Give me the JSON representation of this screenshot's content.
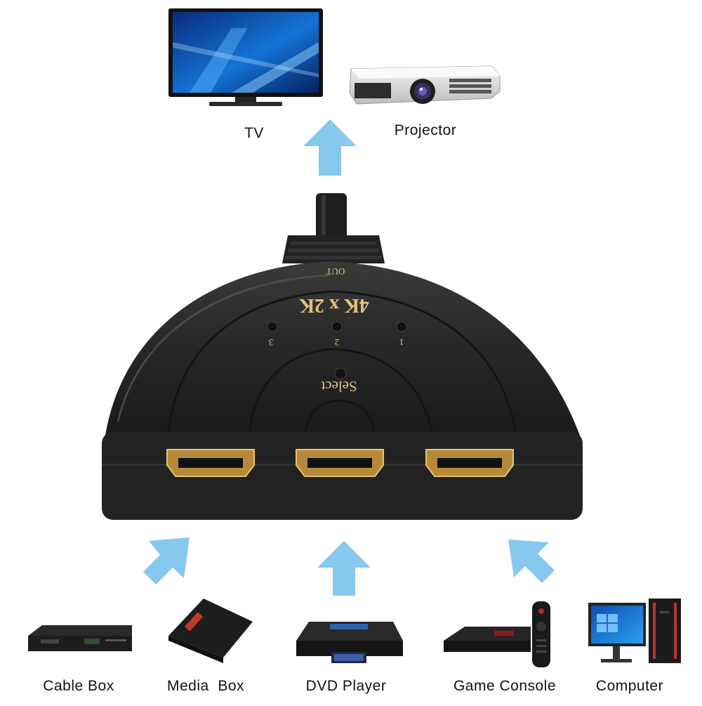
{
  "outputs": {
    "tv_label": "TV",
    "projector_label": "Projector"
  },
  "switch": {
    "out_label": "OUT",
    "resolution_label": "4K x 2K",
    "select_label": "Select",
    "led_labels": [
      "1",
      "2",
      "3"
    ]
  },
  "inputs": {
    "cable_box_label": "Cable Box",
    "media_box_label": "Media  Box",
    "dvd_player_label": "DVD Player",
    "game_console_label": "Game Console",
    "computer_label": "Computer"
  },
  "colors": {
    "arrow": "#87c8ee",
    "switch_body": "#262626",
    "gold": "#e4c27a"
  }
}
